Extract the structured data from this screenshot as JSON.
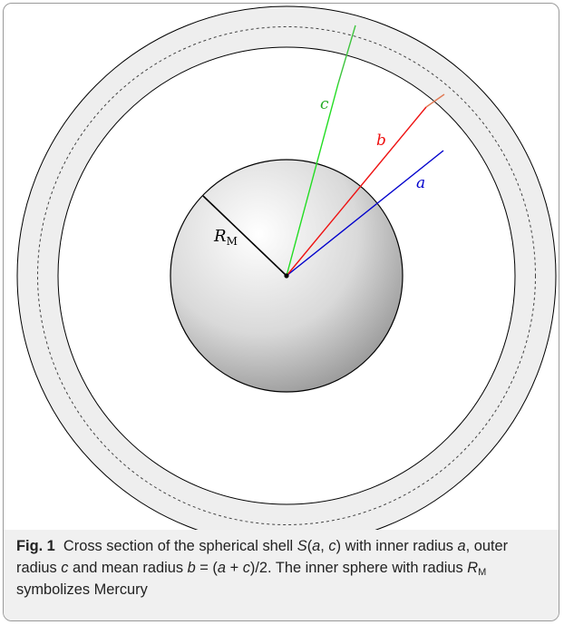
{
  "figure": {
    "labels": {
      "a": "a",
      "b": "b",
      "c": "c",
      "r_main": "R",
      "r_sub": "M"
    },
    "colors": {
      "a": "#0000cc",
      "b": "#ee1111",
      "c": "#22dd22",
      "radius": "#000000",
      "shell": "#eeeeee"
    }
  },
  "caption": {
    "label": "Fig. 1",
    "segments": [
      {
        "t": "Cross section of the spherical shell ",
        "s": "n"
      },
      {
        "t": "S",
        "s": "i"
      },
      {
        "t": "(",
        "s": "n"
      },
      {
        "t": "a",
        "s": "i"
      },
      {
        "t": ", ",
        "s": "n"
      },
      {
        "t": "c",
        "s": "i"
      },
      {
        "t": ") with inner radius ",
        "s": "n"
      },
      {
        "t": "a",
        "s": "i"
      },
      {
        "t": ", outer radius ",
        "s": "n"
      },
      {
        "t": "c",
        "s": "i"
      },
      {
        "t": " and mean radius ",
        "s": "n"
      },
      {
        "t": "b",
        "s": "i"
      },
      {
        "t": " = (",
        "s": "n"
      },
      {
        "t": "a",
        "s": "i"
      },
      {
        "t": " + ",
        "s": "n"
      },
      {
        "t": "c",
        "s": "i"
      },
      {
        "t": ")/2. The inner sphere with radius ",
        "s": "n"
      },
      {
        "t": "R",
        "s": "i"
      },
      {
        "t": "M",
        "s": "sub"
      },
      {
        "t": " symbolizes Mercury",
        "s": "n"
      }
    ]
  }
}
